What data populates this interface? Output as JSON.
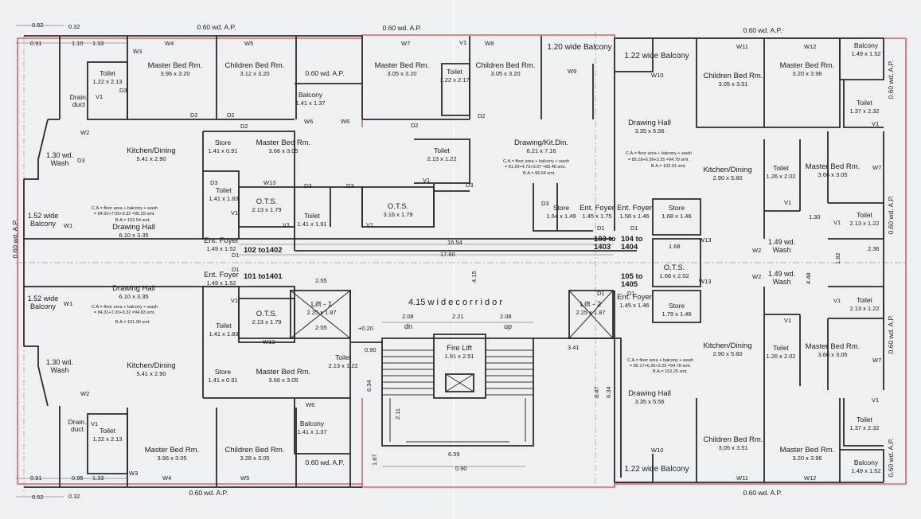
{
  "labels": {
    "wd_060_ap": "0.60 wd. A.P.",
    "wd_122_balcony": "1.22 wide Balcony",
    "wd_120_balcony": "1.20 wide Balcony",
    "wd_152_balcony": "1.52 wide\nBalcony",
    "wd_130_wash": "1.30 wd.\nWash",
    "wd_149_wash": "1.49 wd.\nWash",
    "corridor": "4.15  w i d e   c o r r i d o r",
    "flats_102": "102 to1402",
    "flats_101": "101 to1401",
    "flats_103": "103 to\n1403",
    "flats_104": "104 to\n1404",
    "flats_105": "105 to\n1405",
    "dn": "dn",
    "up": "up"
  },
  "rooms": {
    "toilet_122": {
      "name": "Toilet",
      "size": "1.22 x 2.13"
    },
    "master_396_320": {
      "name": "Master Bed  Rm.",
      "size": "3.96 x 3.20"
    },
    "children_312_320": {
      "name": "Children Bed  Rm.",
      "size": "3.12 x 3.20"
    },
    "master_305_320": {
      "name": "Master Bed  Rm.",
      "size": "3.05 x 3.20"
    },
    "toilet_122_217": {
      "name": "Toilet",
      "size": "1.22 x 2.17"
    },
    "children_305_320": {
      "name": "Children Bed  Rm.",
      "size": "3.05 x 3.20"
    },
    "balcony_141_137": {
      "name": "Balcony",
      "size": "1.41 x 1.37"
    },
    "kitchen_541_290": {
      "name": "Kitchen/Dining",
      "size": "5.41 x 2.90"
    },
    "store_141_091": {
      "name": "Store",
      "size": "1.41 x 0.91"
    },
    "master_366_305": {
      "name": "Master Bed  Rm.",
      "size": "3.66 x 3.05"
    },
    "toilet_213_122": {
      "name": "Toilet",
      "size": "2.13 x 1.22"
    },
    "drawing_kit_din": {
      "name": "Drawing/Kit.Din.",
      "size": "6.21 x 7.16"
    },
    "drawing_hall_610": {
      "name": "Drawing Hall",
      "size": "6.10 x 3.35"
    },
    "toilet_141_183": {
      "name": "Toilet",
      "size": "1.41 x 1.83"
    },
    "ots_213_179": {
      "name": "O.T.S.",
      "size": "2.13 x 1.79"
    },
    "toilet_141_191": {
      "name": "Toilet",
      "size": "1.41 x 1.91"
    },
    "ots_316_179": {
      "name": "O.T.S.",
      "size": "3.16 x 1.79"
    },
    "store_164_149": {
      "name": "Store",
      "size": "1.64 x 1.49"
    },
    "ent_foyer_145_175": {
      "name": "Ent. Foyer",
      "size": "1.45 x 1.75"
    },
    "ent_foyer_156_146": {
      "name": "Ent. Foyer",
      "size": "1.56 x 1.46"
    },
    "store_168_146": {
      "name": "Store",
      "size": "1.68 x 1.46"
    },
    "ent_foyer_149_152": {
      "name": "Ent. Foyer",
      "size": "1.49 x 1.52"
    },
    "lift1": {
      "name": "Lift - 1",
      "size": "2.25 x 1.87"
    },
    "lift2": {
      "name": "Lift - 2",
      "size": "2.25 x 1.87"
    },
    "fire_lift": {
      "name": "Fire Lift",
      "size": "1.91 x 2.51"
    },
    "ots_168_202": {
      "name": "O.T.S.",
      "size": "1.68 x 2.02"
    },
    "ent_foyer_145_146": {
      "name": "Ent. Foyer",
      "size": "1.45 x 1.46"
    },
    "store_179_146": {
      "name": "Store",
      "size": "1.79 x 1.46"
    },
    "drawing_hall_335": {
      "name": "Drawing Hall",
      "size": "3.35 x 5.56"
    },
    "kitchen_290_580": {
      "name": "Kitchen/Dining",
      "size": "2.90 x 5.80"
    },
    "toilet_126_202": {
      "name": "Toilet",
      "size": "1.26 x 2.02"
    },
    "master_366_305r": {
      "name": "Master Bed  Rm.",
      "size": "3.66 x 3.05"
    },
    "toilet_213_122r": {
      "name": "Toilet",
      "size": "2.13 x 1.22"
    },
    "children_305_351": {
      "name": "Children Bed  Rm.",
      "size": "3.05 x 3.51"
    },
    "master_320_396": {
      "name": "Master Bed  Rm.",
      "size": "3.20 x 3.96"
    },
    "toilet_137_232": {
      "name": "Toilet",
      "size": "1.37 x 2.32"
    },
    "balcony_149_152": {
      "name": "Balcony",
      "size": "1.49 x 1.52"
    },
    "drain_duct": {
      "name": "Drain.\nduct"
    },
    "master_396_305": {
      "name": "Master Bed  Rm.",
      "size": "3.96 x 3.05"
    },
    "children_328_305": {
      "name": "Children Bed  Rm.",
      "size": "3.28 x 3.05"
    }
  },
  "areas": {
    "ca_a": "C.A.=  floor area + balcony + wash",
    "ca_a_calc": "= 84.92+7.05+3.32 =95.29 smt.",
    "ba_a": "B.A.= 102.54 smt.",
    "ca_b": "C.A.=  floor area + balcony + wash",
    "ca_b_calc": "= 81.69+4.72+3.07 =89.48 smt.",
    "ba_b": "B.A.= 96.54 smt.",
    "ca_c": "C.A.=  floor area + balcony + wash",
    "ca_c_calc": "= 85.18+6.36+3.25 =94.79 smt.",
    "ba_c": "B.A.= 102.01 smt.",
    "ca_d": "C.A.=  floor area + balcony + wash",
    "ca_d_calc": "= 84.31+7.20+3.32 =94.83 smt.",
    "ba_d": "B.A.= 101.90 smt.",
    "ca_e": "C.A.=  floor area + balcony + wash",
    "ca_e_calc": "= 85.17+6.36+3.25 =94.78 smt.",
    "ba_e": "B.A.= 102.25 smt."
  },
  "dims": {
    "d052": "0.52",
    "d032": "0.32",
    "d091": "0.91",
    "d110": "1.10",
    "d133": "1.33",
    "d095": "0.95",
    "d1654": "16.54",
    "d1760": "17.60",
    "d415": "4.15",
    "d255": "2.55",
    "d208": "2.08",
    "d221": "2.21",
    "d341": "3.41",
    "d659": "6.59",
    "d090": "0.90",
    "d847": "8.47",
    "d634": "6.34",
    "d168": "1.68",
    "d236": "2.36",
    "d130": "1.30",
    "d448": "4.48",
    "d182": "1.82",
    "d020": "+0.20",
    "d211": "2.11",
    "d167": "1.67"
  },
  "tags": {
    "d1": "D1",
    "d2": "D2",
    "d3": "D3",
    "v1": "V1",
    "w1": "W1",
    "w2": "W2",
    "w3": "W3",
    "w4": "W4",
    "w5": "W5",
    "w6": "W6",
    "w7": "W7",
    "w8": "W8",
    "w9": "W9",
    "w10": "W10",
    "w11": "W11",
    "w12": "W12",
    "w13": "W13",
    "w6b": "W6"
  },
  "colors": {
    "wall": "#2b2b2b",
    "outline": "#d24848",
    "ca_text": "#d24848",
    "ba_text": "#3b4fc9",
    "paper": "#eef0f3"
  }
}
